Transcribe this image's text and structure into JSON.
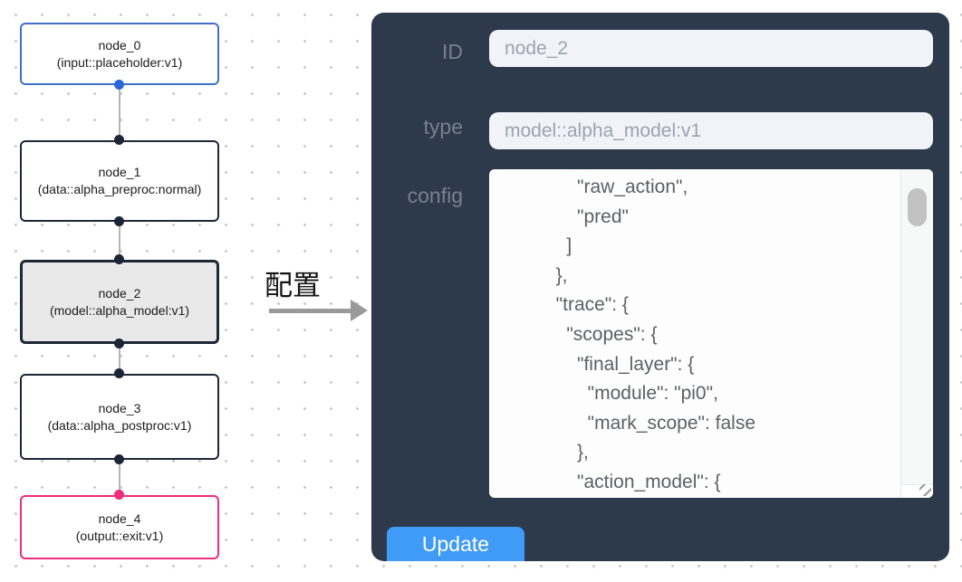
{
  "canvas": {
    "nodes": [
      {
        "id": "node_0",
        "title": "node_0",
        "subtitle": "(input::placeholder:v1)",
        "kind": "input",
        "accent": "#3f6fc9",
        "selected": false
      },
      {
        "id": "node_1",
        "title": "node_1",
        "subtitle": "(data::alpha_preproc:normal)",
        "kind": "data",
        "accent": "#1d2736",
        "selected": false
      },
      {
        "id": "node_2",
        "title": "node_2",
        "subtitle": "(model::alpha_model:v1)",
        "kind": "model",
        "accent": "#1d2736",
        "selected": true
      },
      {
        "id": "node_3",
        "title": "node_3",
        "subtitle": "(data::alpha_postproc:v1)",
        "kind": "data",
        "accent": "#1d2736",
        "selected": false
      },
      {
        "id": "node_4",
        "title": "node_4",
        "subtitle": "(output::exit:v1)",
        "kind": "output",
        "accent": "#ee2e7d",
        "selected": false
      }
    ],
    "port_colors": {
      "source_input": "#2b68d9",
      "default": "#1b2535",
      "target_output": "#ee2e7d"
    }
  },
  "transition": {
    "label": "配置"
  },
  "panel": {
    "background": "#2d3a4b",
    "fields": {
      "id": {
        "label": "ID",
        "value": "node_2"
      },
      "type": {
        "label": "type",
        "value": "model::alpha_model:v1"
      },
      "config": {
        "label": "config",
        "value": "      \"raw_action\",\n      \"pred\"\n    ]\n  },\n  \"trace\": {\n    \"scopes\": {\n      \"final_layer\": {\n        \"module\": \"pi0\",\n        \"mark_scope\": false\n      },\n      \"action_model\": {"
      }
    },
    "update_button": {
      "label": "Update",
      "color": "#3f9bf5"
    }
  }
}
